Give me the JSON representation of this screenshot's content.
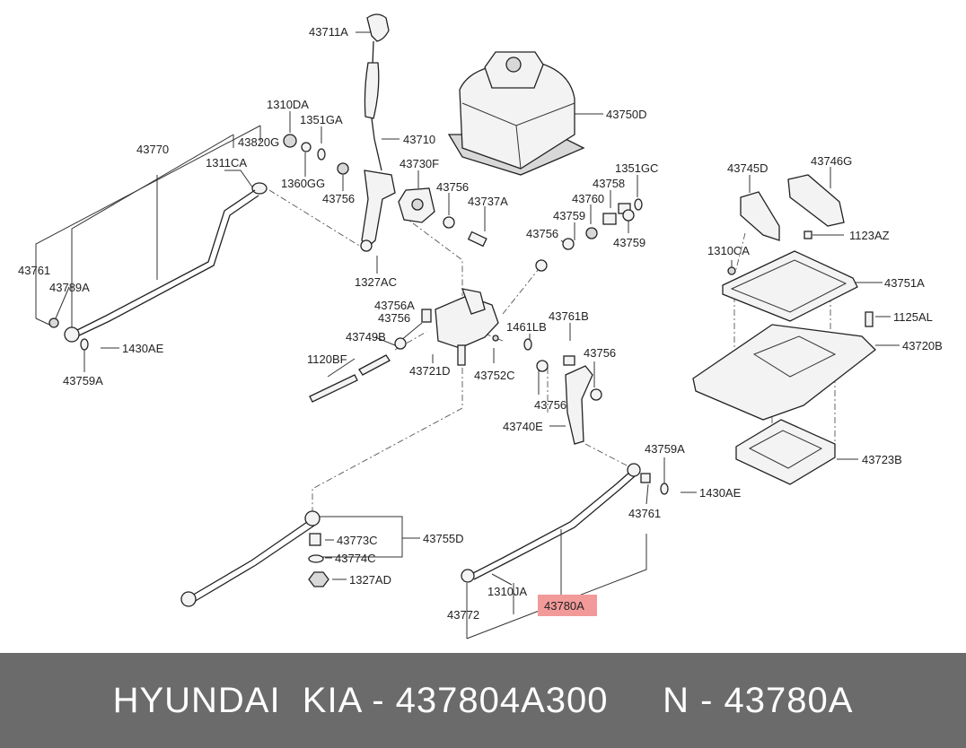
{
  "colors": {
    "highlight": "#f29a9a",
    "footer_bg": "#6b6b6b",
    "footer_text": "#ffffff"
  },
  "labels": {
    "p43711A": "43711A",
    "p43750D": "43750D",
    "p1310DA": "1310DA",
    "p1351GA": "1351GA",
    "p43770": "43770",
    "p43820G": "43820G",
    "p43710": "43710",
    "p1311CA": "1311CA",
    "p43730F": "43730F",
    "p1351GC": "1351GC",
    "p1360GG": "1360GG",
    "p43756_a": "43756",
    "p43756_b": "43756",
    "p43737A": "43737A",
    "p43758": "43758",
    "p43745D": "43745D",
    "p43746G": "43746G",
    "p43760": "43760",
    "p43759_a": "43759",
    "p43759_b": "43759",
    "p43756_c": "43756",
    "p1123AZ": "1123AZ",
    "p1310CA": "1310CA",
    "p43761_a": "43761",
    "p43789A": "43789A",
    "p1327AC": "1327AC",
    "p43751A": "43751A",
    "p43756A": "43756A",
    "p43756_d": "43756",
    "p43761B": "43761B",
    "p1461LB": "1461LB",
    "p1125AL": "1125AL",
    "p43749B": "43749B",
    "p1430AE_a": "1430AE",
    "p43720B": "43720B",
    "p43756_e": "43756",
    "p1120BF": "1120BF",
    "p43721D": "43721D",
    "p43752C": "43752C",
    "p43759A_a": "43759A",
    "p43756_f": "43756",
    "p43740E": "43740E",
    "p43759A_b": "43759A",
    "p43723B": "43723B",
    "p1430AE_b": "1430AE",
    "p43761_b": "43761",
    "p43755D": "43755D",
    "p43773C": "43773C",
    "p43774C": "43774C",
    "p1327AD": "1327AD",
    "p1310JA": "1310JA",
    "p43780A": "43780A",
    "p43772": "43772"
  },
  "footer": {
    "text": "HYUNDAI  KIA - 437804A300     N - 43780A"
  }
}
